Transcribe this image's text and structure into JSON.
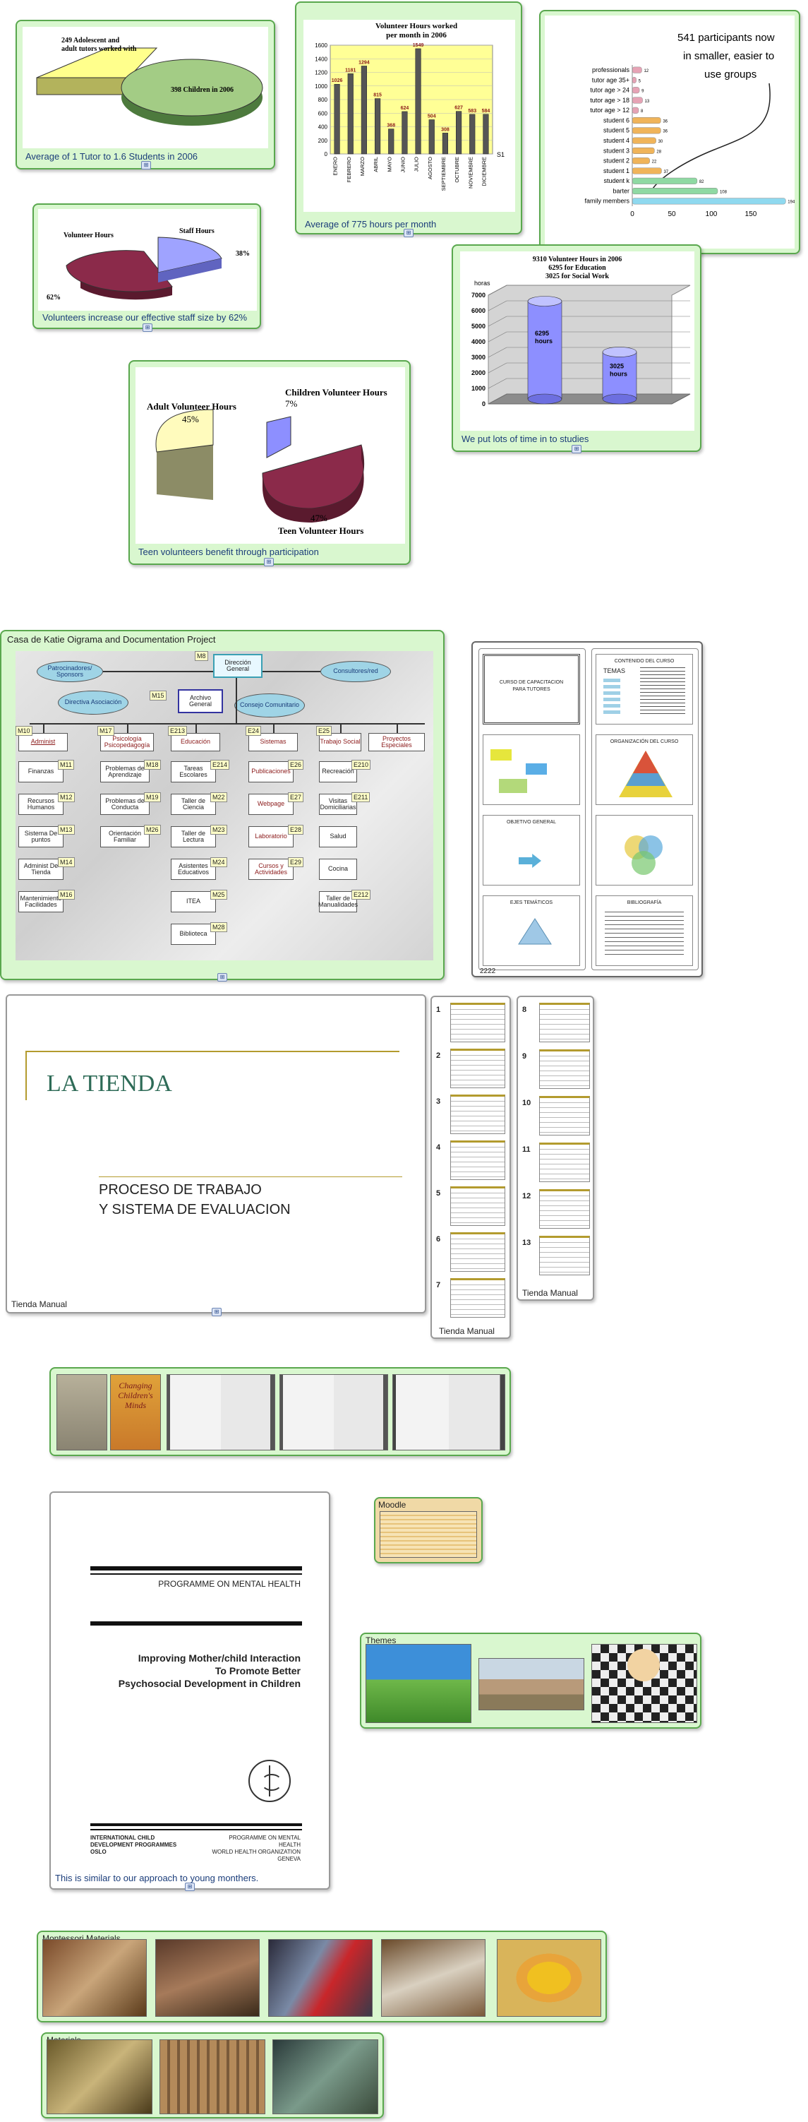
{
  "cards": {
    "pie_tutors": {
      "caption": "Average of 1 Tutor to 1.6 Students in 2006",
      "label_a": "249 Adolescent and",
      "label_a2": "adult tutors worked with",
      "label_b": "398 Children in 2006"
    },
    "bar_hours": {
      "caption": "Average of 775 hours per month",
      "series_label": "S1"
    },
    "participants": {
      "callout1": "541 participants now",
      "callout2": "in smaller, easier to",
      "callout3": "use groups"
    },
    "pie_staff": {
      "caption": "Volunteers increase our effective staff size by 62%",
      "label_vol": "Volunteer Hours",
      "label_staff": "Staff Hours",
      "pct_staff": "38%",
      "pct_vol": "62%"
    },
    "cyl_hours": {
      "caption": "We put lots of time in to studies",
      "title1": "9310 Volunteer Hours in 2006",
      "title2": "6295 for Education",
      "title3": "3025 for Social Work",
      "ylabel": "horas",
      "bar1_label1": "6295",
      "bar1_label2": "hours",
      "bar2_label1": "3025",
      "bar2_label2": "hours"
    },
    "pie_teen": {
      "caption": "Teen volunteers benefit through participation",
      "adult_label": "Adult Volunteer Hours",
      "adult_pct": "45%",
      "child_label": "Children Volunteer Hours",
      "child_pct": "7%",
      "teen_pct": "47%",
      "teen_label": "Teen Volunteer Hours"
    },
    "orgchart": {
      "caption": "Casa de Katie Oigrama and Documentation Project"
    },
    "slide_deck": {
      "footer": "2222",
      "s1_title1": "CURSO DE CAPACITACION",
      "s1_title2": "PARA TUTORES",
      "s2_title": "CONTENIDO DEL CURSO",
      "s2_sub": "TEMAS",
      "s4_title": "ORGANIZACIÓN DEL CURSO",
      "s5_title": "OBJETIVO GENERAL",
      "s7_title": "EJES TEMÁTICOS",
      "s8_title": "BIBLIOGRAFÍA"
    },
    "tienda": {
      "caption": "Tienda Manual",
      "title": "LA TIENDA",
      "sub1": "PROCESO DE TRABAJO",
      "sub2": "Y SISTEMA DE EVALUACION"
    },
    "tienda_thumbs_a": {
      "caption": "Tienda Manual",
      "nums": [
        "1",
        "2",
        "3",
        "4",
        "5",
        "6",
        "7"
      ]
    },
    "tienda_thumbs_b": {
      "caption": "Tienda Manual",
      "nums": [
        "8",
        "9",
        "10",
        "11",
        "12",
        "13"
      ]
    },
    "books": {
      "book_title1": "Changing",
      "book_title2": "Children's",
      "book_title3": "Minds"
    },
    "who_doc": {
      "caption": "This is similar to our approach to young monthers.",
      "programme": "PROGRAMME ON MENTAL HEALTH",
      "title1": "Improving Mother/child Interaction",
      "title2": "To Promote Better",
      "title3": "Psychosocial Development in Children",
      "foot_left1": "INTERNATIONAL CHILD",
      "foot_left2": "DEVELOPMENT PROGRAMMES",
      "foot_left3": "OSLO",
      "foot_right1": "PROGRAMME ON MENTAL",
      "foot_right2": "HEALTH",
      "foot_right3": "WORLD HEALTH ORGANIZATION",
      "foot_right4": "GENEVA"
    },
    "moodle": {
      "caption": "Moodle"
    },
    "themes": {
      "caption": "Themes"
    },
    "montessori": {
      "caption": "Montessori Materials"
    },
    "materials": {
      "caption": "Materials"
    }
  },
  "chart_data": [
    {
      "type": "pie",
      "categories": [
        "Adolescent and adult tutors",
        "Children"
      ],
      "values": [
        249,
        398
      ]
    },
    {
      "type": "bar",
      "title": "Volunteer Hours worked per month in 2006",
      "categories": [
        "ENERO",
        "FEBRERO",
        "MARZO",
        "ABRIL",
        "MAYO",
        "JUNIO",
        "JULIO",
        "AGOSTO",
        "SEPTIEMBRE",
        "OCTUBRE",
        "NOVIEMBRE",
        "DICIEMBRE"
      ],
      "values": [
        1026,
        1181,
        1294,
        815,
        368,
        624,
        1549,
        504,
        308,
        627,
        583,
        584
      ],
      "ylim": [
        0,
        1600
      ],
      "yticks": [
        0,
        200,
        400,
        600,
        800,
        1000,
        1200,
        1400,
        1600
      ]
    },
    {
      "type": "bar",
      "orientation": "horizontal",
      "categories": [
        "professionals",
        "tutor age 35+",
        "tutor age > 24",
        "tutor age > 18",
        "tutor age > 12",
        "student 6",
        "student 5",
        "student 4",
        "student 3",
        "student 2",
        "student 1",
        "student k",
        "barter",
        "family members"
      ],
      "values": [
        12,
        5,
        9,
        13,
        8,
        36,
        36,
        30,
        28,
        22,
        37,
        82,
        108,
        194
      ],
      "xlim": [
        0,
        175
      ],
      "xticks": [
        0,
        50,
        100,
        150
      ]
    },
    {
      "type": "pie",
      "categories": [
        "Volunteer Hours",
        "Staff Hours"
      ],
      "values": [
        62,
        38
      ]
    },
    {
      "type": "bar",
      "title": "9310 Volunteer Hours in 2006",
      "ylabel": "horas",
      "categories": [
        "Education",
        "Social Work"
      ],
      "values": [
        6295,
        3025
      ],
      "ylim": [
        0,
        7000
      ],
      "yticks": [
        0,
        1000,
        2000,
        3000,
        4000,
        5000,
        6000,
        7000
      ]
    },
    {
      "type": "pie",
      "categories": [
        "Adult Volunteer Hours",
        "Children Volunteer Hours",
        "Teen Volunteer Hours"
      ],
      "values": [
        45,
        7,
        47
      ]
    }
  ],
  "orgchart": {
    "top": "Dirección General",
    "sponsors": "Patrocinadores/ Sponsors",
    "consultants": "Consultores/red",
    "directiva": "Directiva Asociación",
    "archivo": "Archivo General",
    "consejo": "Consejo Comunitario",
    "m8": "M8",
    "m15": "M15",
    "columns": [
      {
        "head": "Administ",
        "code": "M10",
        "items": [
          {
            "t": "Finanzas",
            "c": "M11"
          },
          {
            "t": "Recursos Humanos",
            "c": "M12"
          },
          {
            "t": "Sistema De puntos",
            "c": "M13"
          },
          {
            "t": "Administ De Tienda",
            "c": "M14"
          },
          {
            "t": "Mantenimiento Facilidades",
            "c": "M16"
          }
        ]
      },
      {
        "head": "Psicología Psicopedagogía",
        "code": "M17",
        "items": [
          {
            "t": "Problemas de Aprendizaje",
            "c": "M18"
          },
          {
            "t": "Problemas de Conducta",
            "c": "M19"
          },
          {
            "t": "Orientación Familiar",
            "c": "M26"
          }
        ]
      },
      {
        "head": "Educación",
        "code": "E213",
        "items": [
          {
            "t": "Tareas Escolares",
            "c": "E214"
          },
          {
            "t": "Taller de Ciencia",
            "c": "M22"
          },
          {
            "t": "Taller de Lectura",
            "c": "M23"
          },
          {
            "t": "Asistentes Educativos",
            "c": "M24"
          },
          {
            "t": "ITEA",
            "c": "M25"
          },
          {
            "t": "Biblioteca",
            "c": "M28"
          }
        ]
      },
      {
        "head": "Sistemas",
        "code": "E24",
        "items": [
          {
            "t": "Publicaciones",
            "c": "E26"
          },
          {
            "t": "Webpage",
            "c": "E27"
          },
          {
            "t": "Laboratorio",
            "c": "E28"
          },
          {
            "t": "Cursos y Actividades",
            "c": "E29"
          }
        ]
      },
      {
        "head": "Trabajo Social",
        "code": "E25",
        "items": [
          {
            "t": "Recreación",
            "c": "E210"
          },
          {
            "t": "Visitas Domiciliarias",
            "c": "E211"
          },
          {
            "t": "Salud",
            "c": ""
          },
          {
            "t": "Cocina",
            "c": ""
          },
          {
            "t": "Taller de Manualidades",
            "c": "E212"
          }
        ]
      },
      {
        "head": "Proyectos Especiales",
        "code": "",
        "items": []
      }
    ]
  }
}
